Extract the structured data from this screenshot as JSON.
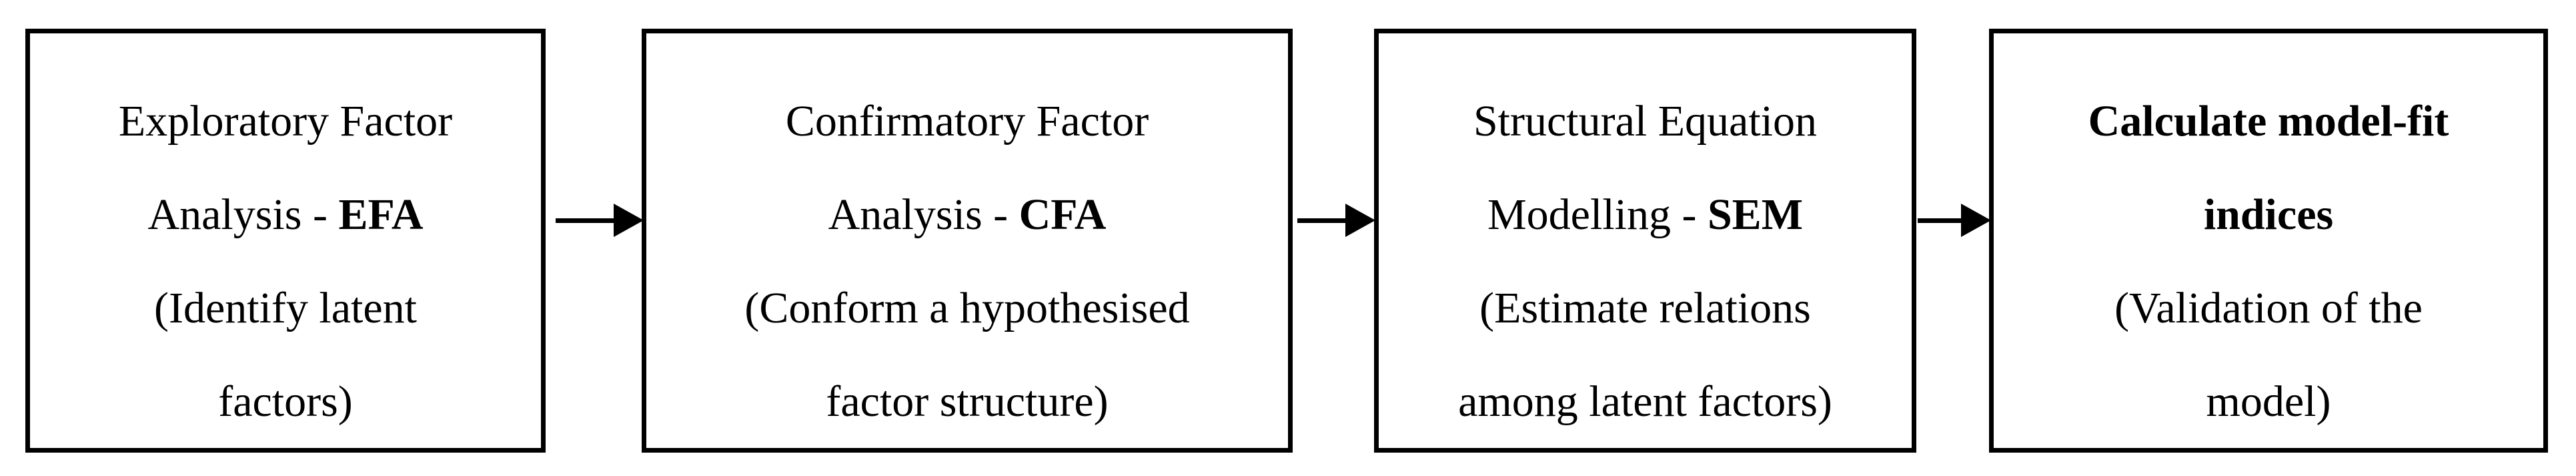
{
  "figure": {
    "type": "flowchart",
    "background_color": "#ffffff",
    "border_color": "#000000",
    "text_color": "#000000"
  },
  "boxes": [
    {
      "id": "efa",
      "lines": [
        {
          "regular": "Exploratory Factor",
          "bold": ""
        },
        {
          "regular": "Analysis - ",
          "bold": "EFA"
        },
        {
          "regular": "(Identify latent",
          "bold": ""
        },
        {
          "regular": "factors)",
          "bold": ""
        }
      ]
    },
    {
      "id": "cfa",
      "lines": [
        {
          "regular": "Confirmatory Factor",
          "bold": ""
        },
        {
          "regular": "Analysis - ",
          "bold": "CFA"
        },
        {
          "regular": "(Conform a hypothesised",
          "bold": ""
        },
        {
          "regular": "factor structure)",
          "bold": ""
        }
      ]
    },
    {
      "id": "sem",
      "lines": [
        {
          "regular": "Structural Equation",
          "bold": ""
        },
        {
          "regular": "Modelling - ",
          "bold": "SEM"
        },
        {
          "regular": "(Estimate relations",
          "bold": ""
        },
        {
          "regular": "among latent factors)",
          "bold": ""
        }
      ]
    },
    {
      "id": "model-fit",
      "lines": [
        {
          "regular": "",
          "bold": "Calculate model-fit"
        },
        {
          "regular": "",
          "bold": "indices"
        },
        {
          "regular": "(Validation of the",
          "bold": ""
        },
        {
          "regular": "model)",
          "bold": ""
        }
      ]
    }
  ],
  "arrows": [
    {
      "id": "arrow-1",
      "icon": "right-arrow-icon",
      "from": "efa",
      "to": "cfa"
    },
    {
      "id": "arrow-2",
      "icon": "right-arrow-icon",
      "from": "cfa",
      "to": "sem"
    },
    {
      "id": "arrow-3",
      "icon": "right-arrow-icon",
      "from": "sem",
      "to": "model-fit"
    }
  ]
}
